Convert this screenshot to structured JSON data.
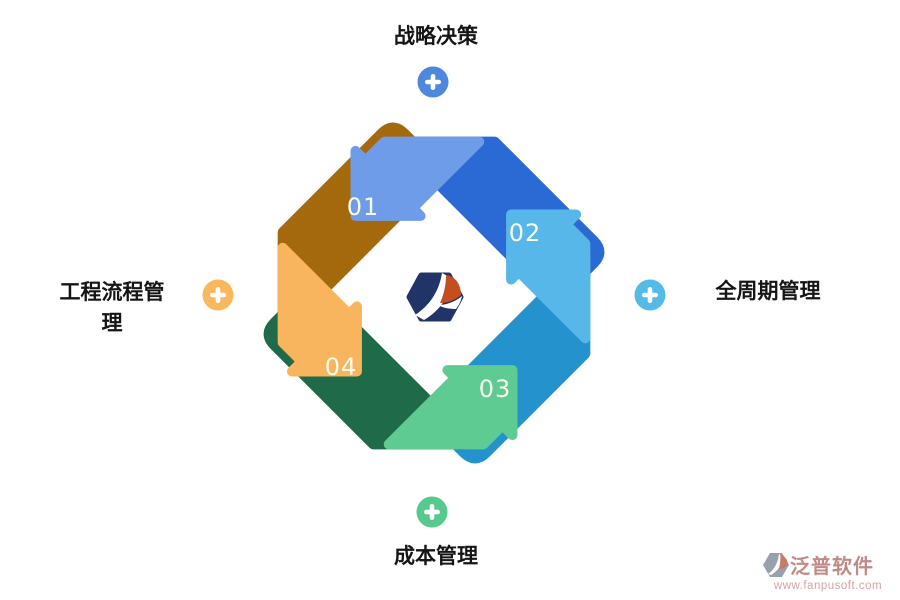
{
  "labels": {
    "top": "战略决策",
    "right": "全周期管理",
    "bottom": "成本管理",
    "left": "工程流程管理"
  },
  "ring": {
    "items": [
      {
        "number": "01",
        "light": "#6f9ce8",
        "dark": "#2b6ad5"
      },
      {
        "number": "02",
        "light": "#58b7e9",
        "dark": "#2492cd"
      },
      {
        "number": "03",
        "light": "#5ecb92",
        "dark": "#1f6b49"
      },
      {
        "number": "04",
        "light": "#f9b55d",
        "dark": "#a5690d"
      }
    ],
    "number_color": "#fbfbee"
  },
  "plus_buttons": {
    "top": "#4e88dc",
    "right": "#54bbe8",
    "bottom": "#57c98d",
    "left": "#f9b85e",
    "glyph_color": "#ffffff"
  },
  "center_logo": {
    "navy": "#203467",
    "red": "#c44e1e"
  },
  "watermark": {
    "brand": "泛普软件",
    "url": "www.fanpusoft.com",
    "brand_color": "#c08a87",
    "url_color": "#d9a19e",
    "icon_gray": "#98a0ae",
    "icon_red": "#c97a64"
  }
}
